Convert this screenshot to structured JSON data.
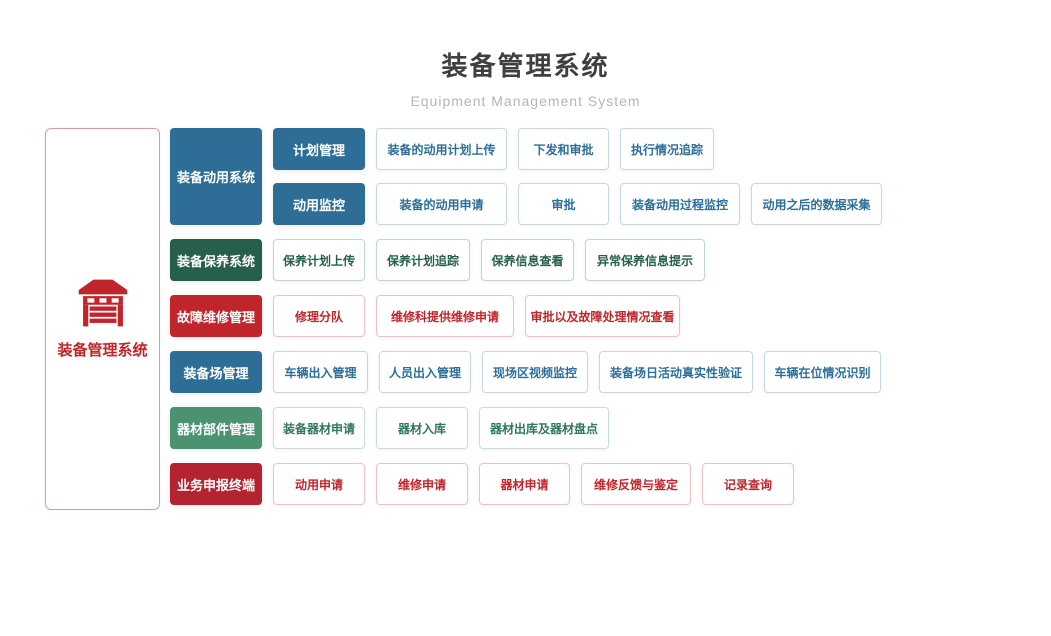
{
  "header": {
    "title": "装备管理系统",
    "subtitle": "Equipment Management System"
  },
  "root": {
    "label": "装备管理系统",
    "icon": "warehouse-icon",
    "color": "#c1252c"
  },
  "colors": {
    "blue": "#2e6e96",
    "dark_green": "#26604a",
    "red": "#c1252c",
    "green": "#4a9270",
    "dark_red": "#b32430"
  },
  "sections": [
    {
      "label": "装备动用系统",
      "theme": "blue",
      "groups": [
        {
          "label": "计划管理",
          "items": [
            "装备的动用计划上传",
            "下发和审批",
            "执行情况追踪"
          ]
        },
        {
          "label": "动用监控",
          "items": [
            "装备的动用申请",
            "审批",
            "装备动用过程监控",
            "动用之后的数据采集"
          ]
        }
      ]
    },
    {
      "label": "装备保养系统",
      "theme": "dark_green",
      "items": [
        "保养计划上传",
        "保养计划追踪",
        "保养信息查看",
        "异常保养信息提示"
      ]
    },
    {
      "label": "故障维修管理",
      "theme": "red",
      "items": [
        "修理分队",
        "维修科提供维修申请",
        "审批以及故障处理情况查看"
      ]
    },
    {
      "label": "装备场管理",
      "theme": "blue",
      "items": [
        "车辆出入管理",
        "人员出入管理",
        "现场区视频监控",
        "装备场日活动真实性验证",
        "车辆在位情况识别"
      ]
    },
    {
      "label": "器材部件管理",
      "theme": "green",
      "items": [
        "装备器材申请",
        "器材入库",
        "器材出库及器材盘点"
      ]
    },
    {
      "label": "业务申报终端",
      "theme": "dark_red",
      "items": [
        "动用申请",
        "维修申请",
        "器材申请",
        "维修反馈与鉴定",
        "记录查询"
      ]
    }
  ]
}
